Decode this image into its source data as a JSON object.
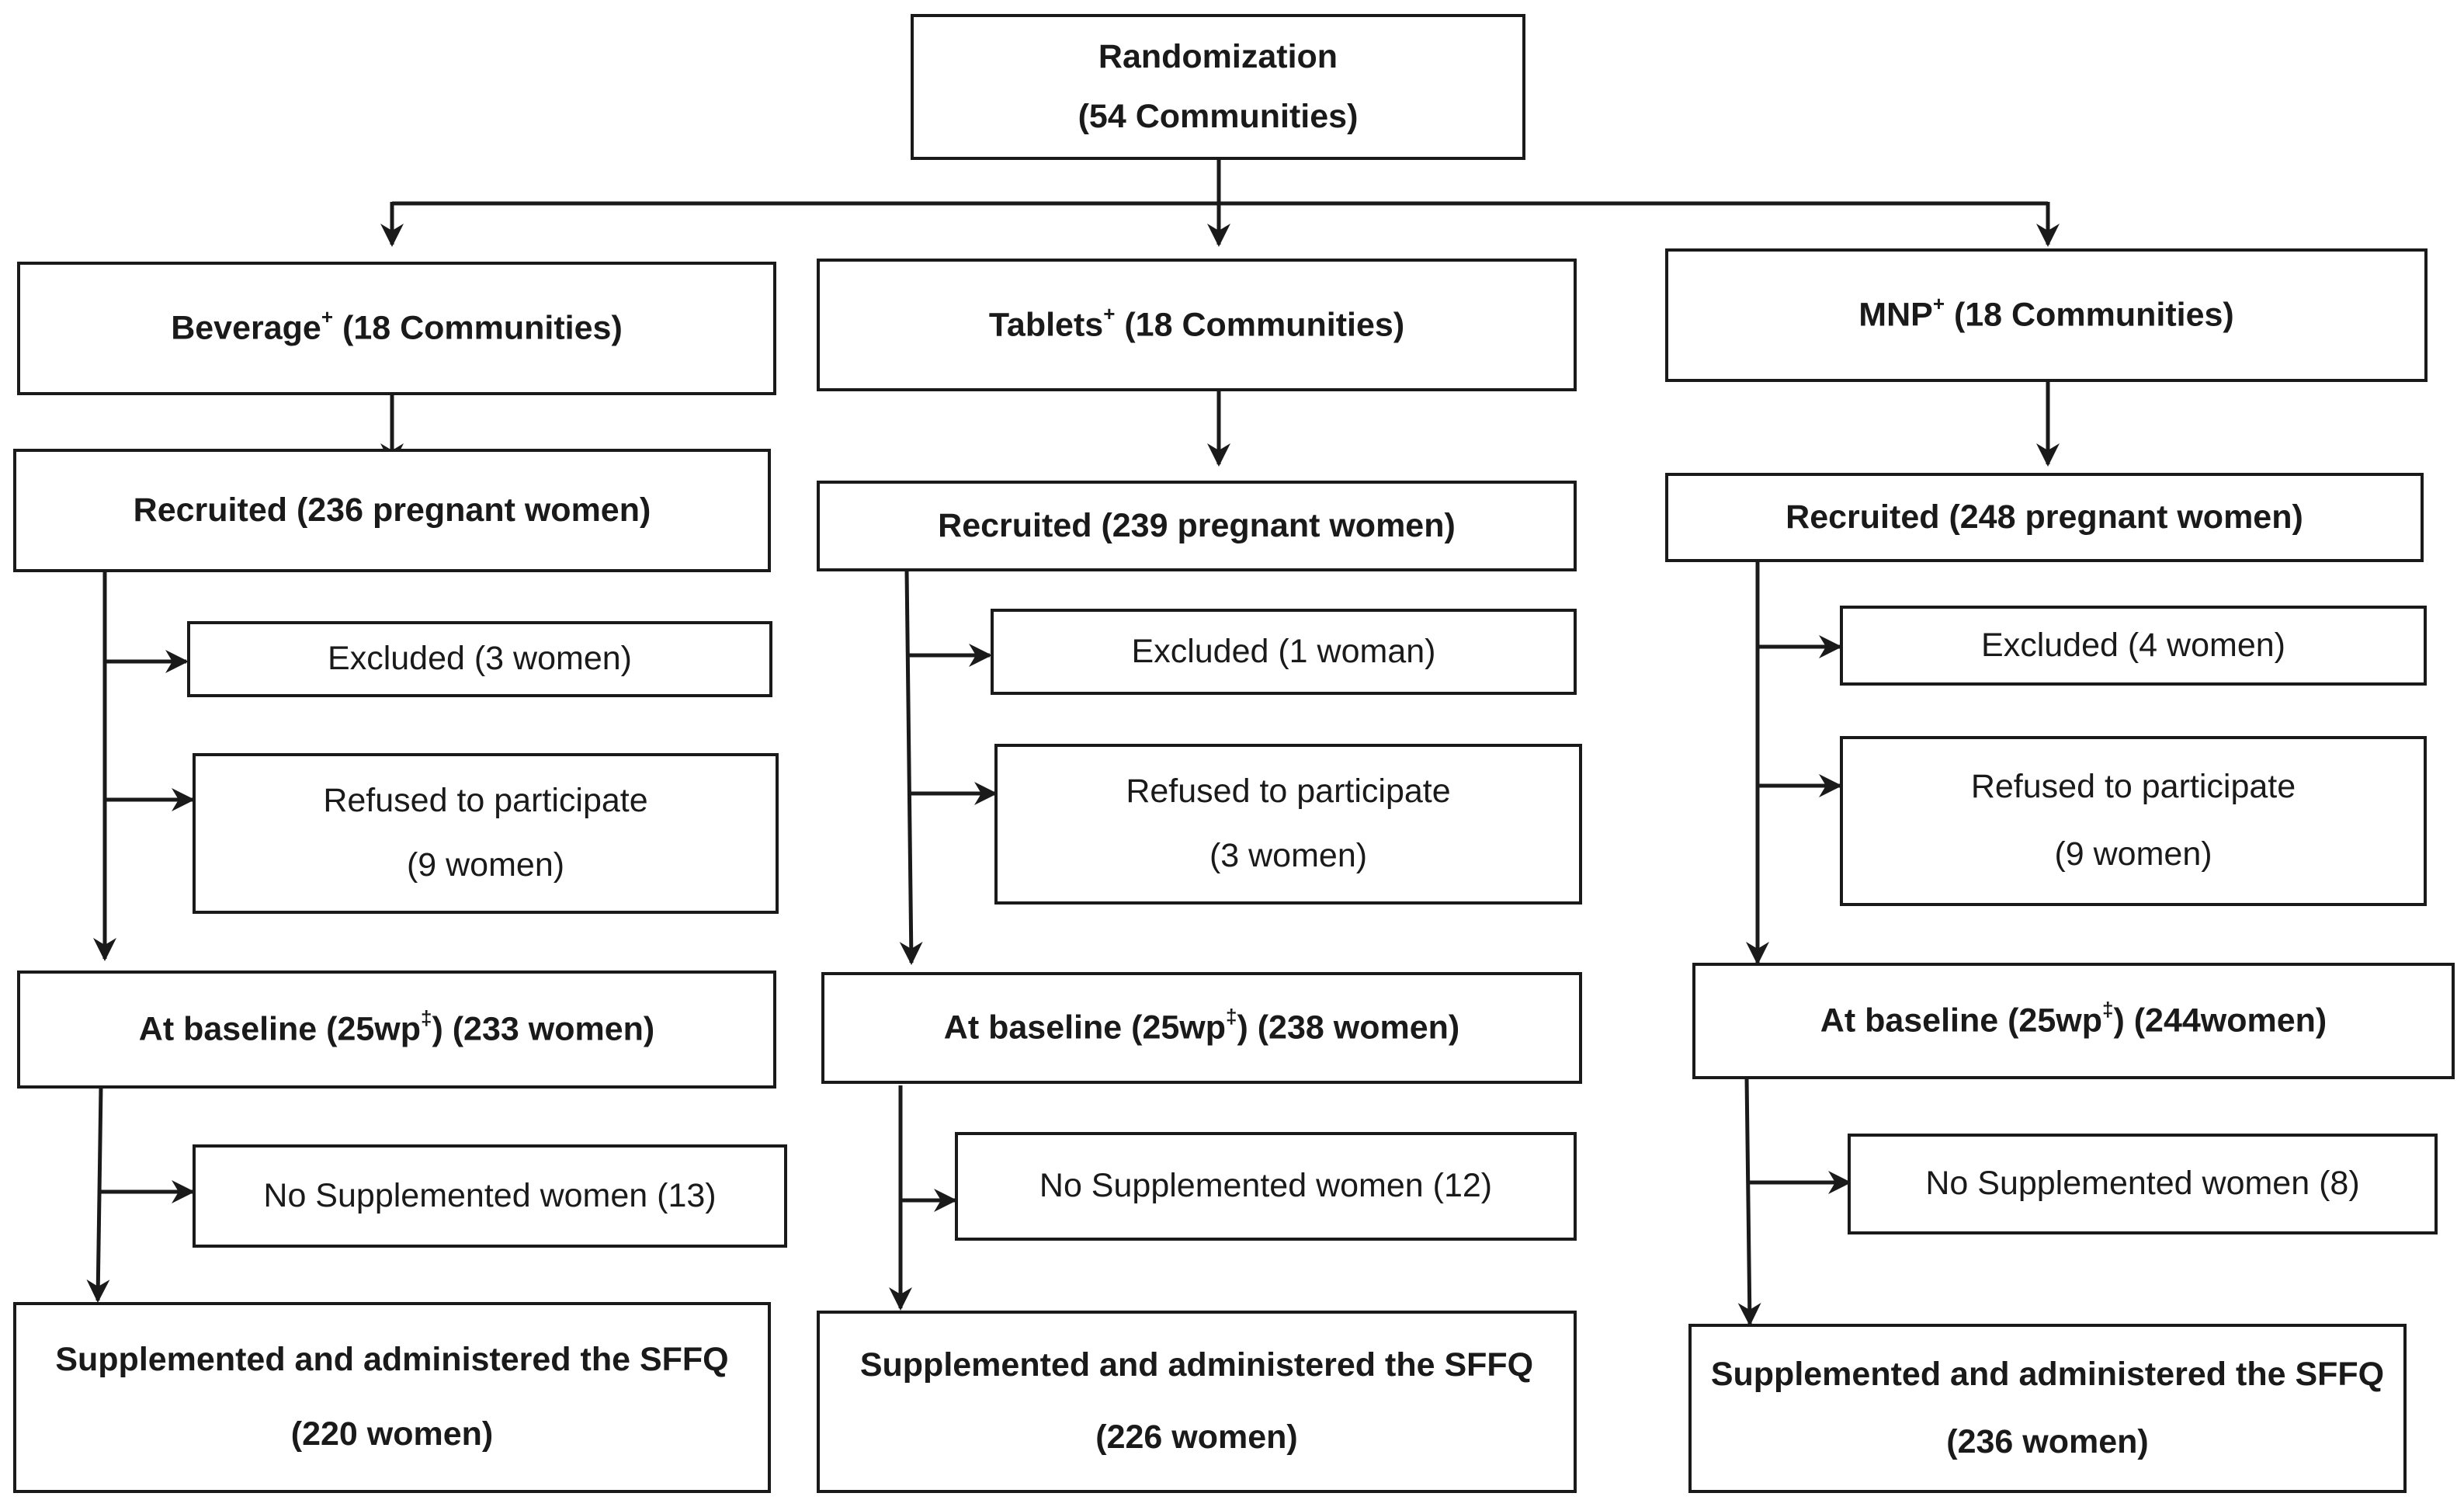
{
  "root": {
    "line1": "Randomization",
    "line2": "(54 Communities)"
  },
  "arms": [
    {
      "group": {
        "name": "Beverage",
        "mark": "+",
        "communities": "(18 Communities)"
      },
      "recruited": "Recruited (236 pregnant women)",
      "excluded": "Excluded (3 women)",
      "refused": {
        "line1": "Refused to participate",
        "line2": "(9 women)"
      },
      "baseline": {
        "prefix": "At baseline (25wp",
        "mark": "‡",
        "suffix": ")  (233 women)"
      },
      "no_supp": "No Supplemented women (13)",
      "final": {
        "line1": "Supplemented and administered the SFFQ",
        "line2": "(220 women)"
      }
    },
    {
      "group": {
        "name": "Tablets",
        "mark": "+",
        "communities": "(18 Communities)"
      },
      "recruited": "Recruited (239 pregnant women)",
      "excluded": "Excluded (1 woman)",
      "refused": {
        "line1": "Refused to participate",
        "line2": "(3 women)"
      },
      "baseline": {
        "prefix": "At baseline (25wp",
        "mark": "‡",
        "suffix": ")  (238 women)"
      },
      "no_supp": "No Supplemented women (12)",
      "final": {
        "line1": "Supplemented and administered the SFFQ",
        "line2": "(226 women)"
      }
    },
    {
      "group": {
        "name": "MNP",
        "mark": "+",
        "communities": "(18 Communities)"
      },
      "recruited": "Recruited (248  pregnant women)",
      "excluded": "Excluded (4 women)",
      "refused": {
        "line1": "Refused to participate",
        "line2": "(9 women)"
      },
      "baseline": {
        "prefix": "At baseline (25wp",
        "mark": "‡",
        "suffix": ")  (244women)"
      },
      "no_supp": "No Supplemented women (8)",
      "final": {
        "line1": "Supplemented and administered the SFFQ",
        "line2": "(236 women)"
      }
    }
  ]
}
